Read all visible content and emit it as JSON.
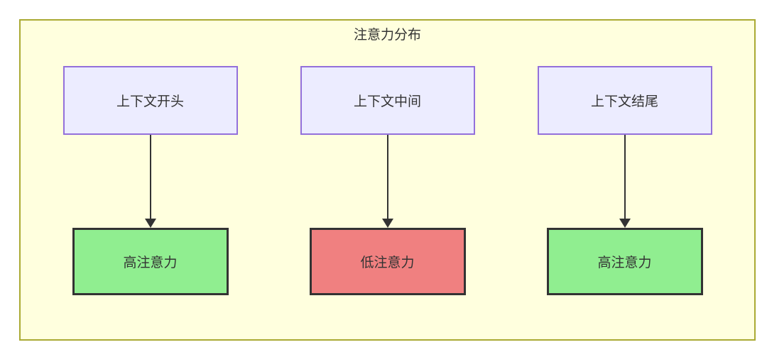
{
  "diagram": {
    "type": "flowchart",
    "title": "注意力分布",
    "columns": [
      {
        "source": "上下文开头",
        "target": "高注意力",
        "level": "high"
      },
      {
        "source": "上下文中间",
        "target": "低注意力",
        "level": "low"
      },
      {
        "source": "上下文结尾",
        "target": "高注意力",
        "level": "high"
      }
    ],
    "edges": [
      {
        "from": "上下文开头",
        "to": "高注意力",
        "style": "arrow-down"
      },
      {
        "from": "上下文中间",
        "to": "低注意力",
        "style": "arrow-down"
      },
      {
        "from": "上下文结尾",
        "to": "高注意力",
        "style": "arrow-down"
      }
    ],
    "colors": {
      "container_bg": "#FFFFDE",
      "container_border": "#AAAA33",
      "source_bg": "#ECECFF",
      "source_border": "#9370DB",
      "high_bg": "#90EE90",
      "low_bg": "#F08080",
      "target_border": "#333333",
      "text": "#333333",
      "arrow": "#333333"
    }
  }
}
